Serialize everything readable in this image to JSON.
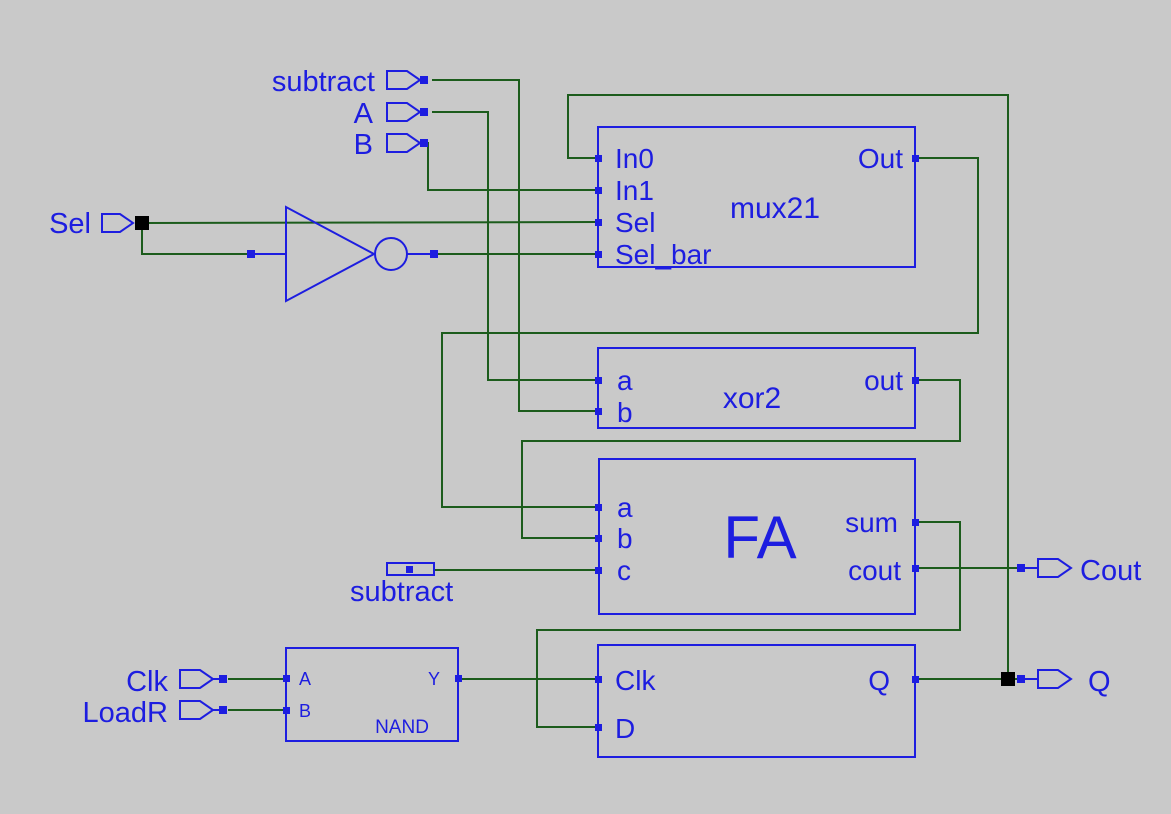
{
  "colors": {
    "background": "#c9c9c9",
    "symbol_blue": "#1d1de0",
    "wire_green": "#1c5c1c",
    "junction_black": "#000000"
  },
  "ports": {
    "inputs": {
      "subtract": "subtract",
      "a": "A",
      "b": "B",
      "sel": "Sel",
      "clk": "Clk",
      "loadr": "LoadR"
    },
    "outputs": {
      "cout": "Cout",
      "q": "Q"
    }
  },
  "net_label": {
    "subtract": "subtract"
  },
  "blocks": {
    "mux21": {
      "name": "mux21",
      "pins": {
        "in0": "In0",
        "in1": "In1",
        "sel": "Sel",
        "sel_bar": "Sel_bar",
        "out": "Out"
      }
    },
    "xor2": {
      "name": "xor2",
      "pins": {
        "a": "a",
        "b": "b",
        "out": "out"
      }
    },
    "fa": {
      "name": "FA",
      "pins": {
        "a": "a",
        "b": "b",
        "c": "c",
        "sum": "sum",
        "cout": "cout"
      }
    },
    "dff": {
      "pins": {
        "clk": "Clk",
        "d": "D",
        "q": "Q"
      }
    },
    "nand": {
      "name": "NAND",
      "pins": {
        "a": "A",
        "b": "B",
        "y": "Y"
      }
    }
  }
}
